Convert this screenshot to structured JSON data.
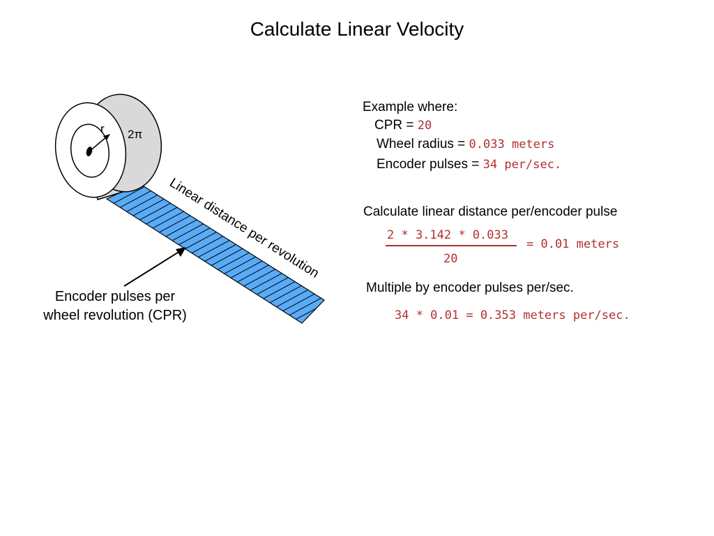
{
  "title": "Calculate Linear Velocity",
  "diagram": {
    "radius_label": "r",
    "circumference_label": "2π",
    "strip_label": "Linear distance per revolution",
    "caption_line1": "Encoder pulses per",
    "caption_line2": "wheel revolution (CPR)"
  },
  "example": {
    "heading": "Example where:",
    "cpr_label": "CPR = ",
    "cpr_value": "20",
    "radius_label": "Wheel radius = ",
    "radius_value": "0.033 meters",
    "pulses_label": "Encoder pulses = ",
    "pulses_value": "34 per/sec."
  },
  "step1": {
    "heading": "Calculate linear distance per/encoder pulse",
    "numerator": "2 * 3.142 * 0.033",
    "denominator": "20",
    "result": "= 0.01 meters"
  },
  "step2": {
    "heading": "Multiple by encoder pulses per/sec.",
    "equation": "34 * 0.01 = 0.353 meters per/sec."
  },
  "colors": {
    "strip_fill": "#5aabf7",
    "wheel_side": "#d9d9d9",
    "value_red": "#b03030"
  }
}
